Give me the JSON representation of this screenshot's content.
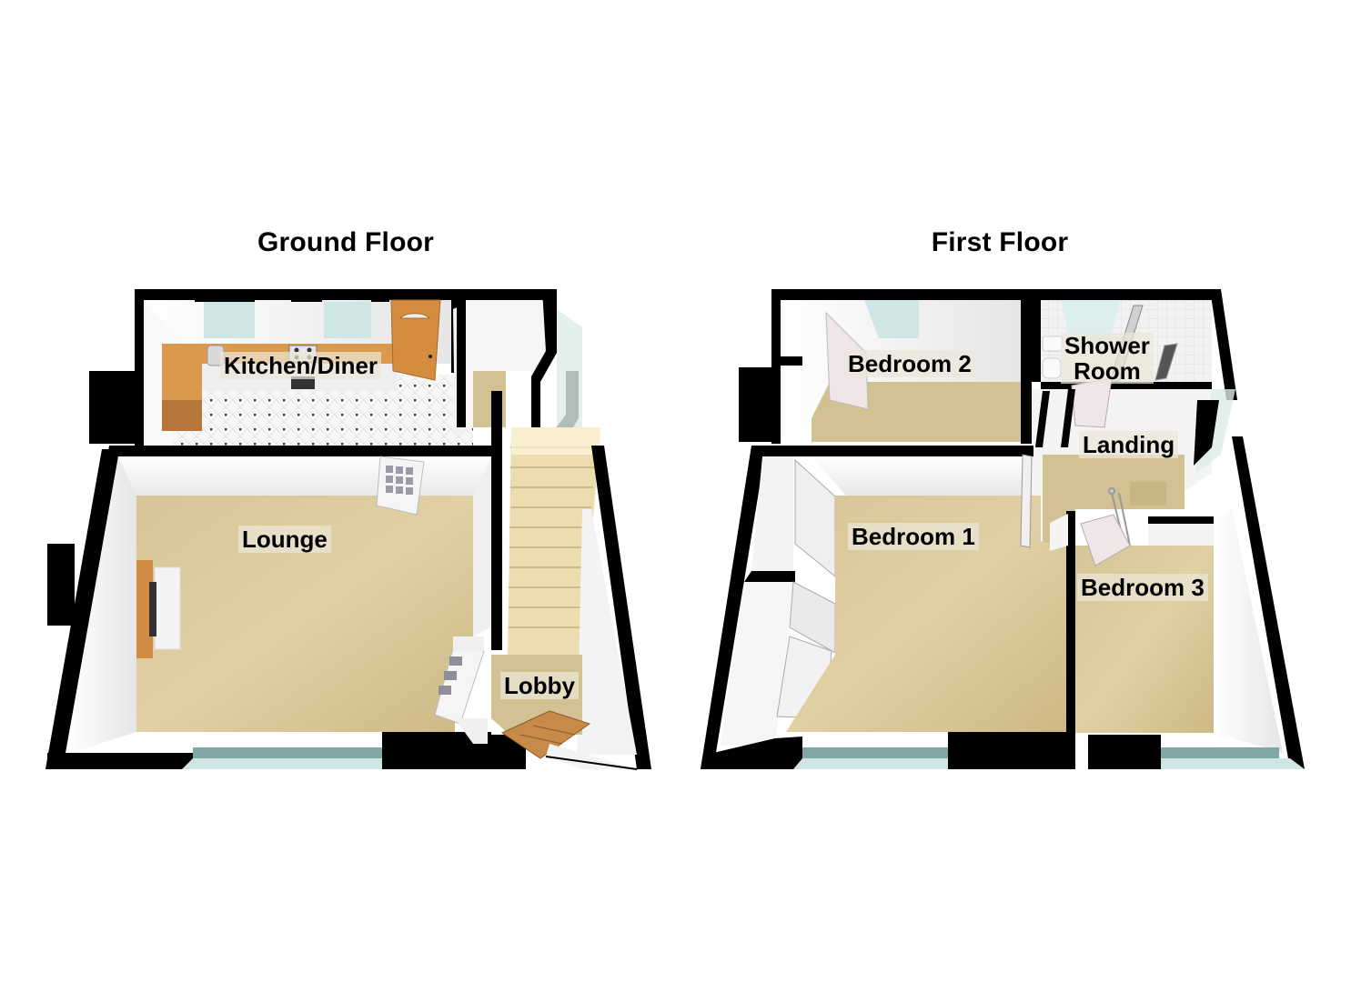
{
  "floors": [
    {
      "id": "ground",
      "title": "Ground Floor",
      "rooms": [
        {
          "name": "Kitchen/Diner",
          "floor_finish": "tile"
        },
        {
          "name": "Lounge",
          "floor_finish": "carpet"
        },
        {
          "name": "Lobby",
          "floor_finish": "carpet"
        }
      ],
      "fixtures": [
        "kitchen-units",
        "sink",
        "hob",
        "external-door",
        "internal-door",
        "fireplace",
        "staircase",
        "front-door"
      ]
    },
    {
      "id": "first",
      "title": "First Floor",
      "rooms": [
        {
          "name": "Bedroom 2",
          "floor_finish": "carpet"
        },
        {
          "name": "Shower Room",
          "line1": "Shower",
          "line2": "Room",
          "floor_finish": "tile"
        },
        {
          "name": "Landing",
          "floor_finish": "carpet"
        },
        {
          "name": "Bedroom 1",
          "floor_finish": "carpet"
        },
        {
          "name": "Bedroom 3",
          "floor_finish": "carpet"
        }
      ],
      "fixtures": [
        "wardrobe",
        "built-in-wardrobes",
        "shower-enclosure",
        "wc",
        "basin",
        "banister",
        "internal-door"
      ]
    }
  ],
  "colors": {
    "wall_top": "#000000",
    "wall_face": "#f4f4f4",
    "carpet": "#d9c89a",
    "carpet_dark": "#cbb783",
    "tile": "#f7f7f7",
    "tile_dot": "#333333",
    "window_glass": "#cfe6e4",
    "window_sill": "#7fa8a5",
    "wood": "#d99a4e",
    "door_wood": "#d48d3f",
    "door_white": "#f2eded",
    "stair_tread": "#ecdcb0",
    "label_bg": "#ebe6d7"
  }
}
